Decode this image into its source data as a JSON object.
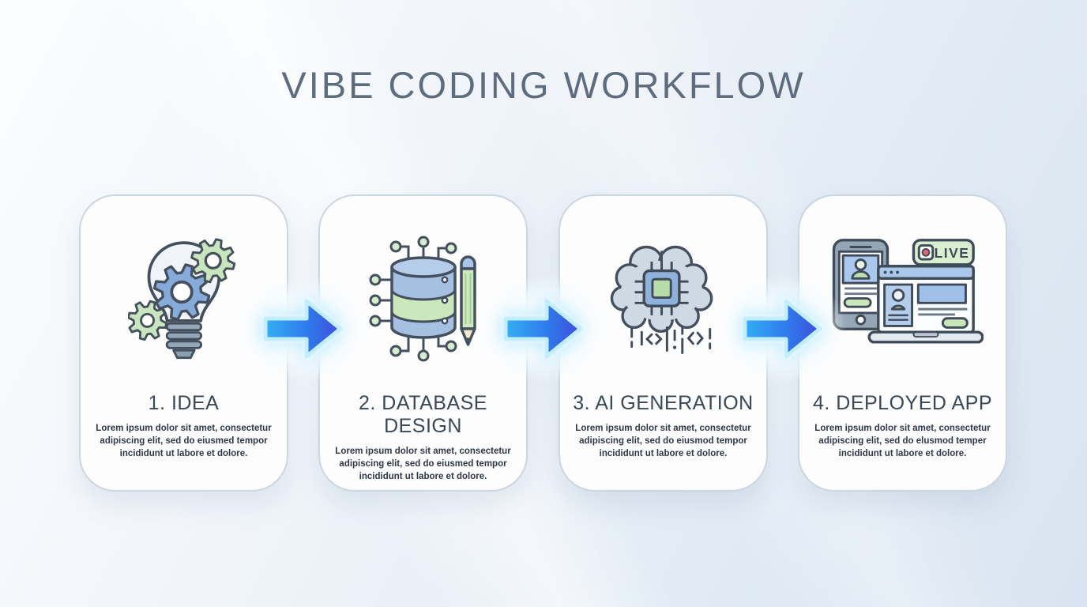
{
  "title": "VIBE CODING WORKFLOW",
  "steps": [
    {
      "title": "1. IDEA",
      "description": "Lorem ipsum dolor sit amet, consectetur adipiscing elit, sed do eiusmed tempor incididunt ut labore et dolore.",
      "icon": "lightbulb-gears-icon"
    },
    {
      "title": "2. DATABASE DESIGN",
      "description": "Lorem ipsum dolor sit amet, consectetur adipiscing elit, sed do eiusmed tempor incididunt ut labore et dolore.",
      "icon": "database-circuit-pencil-icon"
    },
    {
      "title": "3. AI GENERATION",
      "description": "Lorem ipsum dolor sit amet, consectetur adipiscing elit, sed do eiusmod tempor incididunt ut labore et dolore.",
      "icon": "brain-chip-icon"
    },
    {
      "title": "4. DEPLOYED APP",
      "description": "Lorem ipsum dolor sit amet, consectetur adipiscing elit, sed do elusmod temper incididunt ut labore et dolore.",
      "icon": "devices-live-icon",
      "badge": "LIVE"
    }
  ],
  "connectors": {
    "type": "arrow-right",
    "count": 3
  },
  "colors": {
    "background_top": "#fbfdfe",
    "background_bottom": "#d8e4f1",
    "card_bg": "#fdfdfe",
    "card_border": "#ccd6df",
    "title_text": "#5d6c7e",
    "heading_text": "#3a4756",
    "body_text": "#2e3845",
    "arrow_gradient_start": "#34aef6",
    "arrow_gradient_mid": "#2f7bec",
    "arrow_gradient_end": "#3e4fdc",
    "arrow_outline": "#c3eeff",
    "icon_outline": "#44505e",
    "icon_blue": "#86abd9",
    "icon_green": "#c8e5bd",
    "icon_gray_blue": "#cfd9e3",
    "live_dot": "#e06670"
  }
}
